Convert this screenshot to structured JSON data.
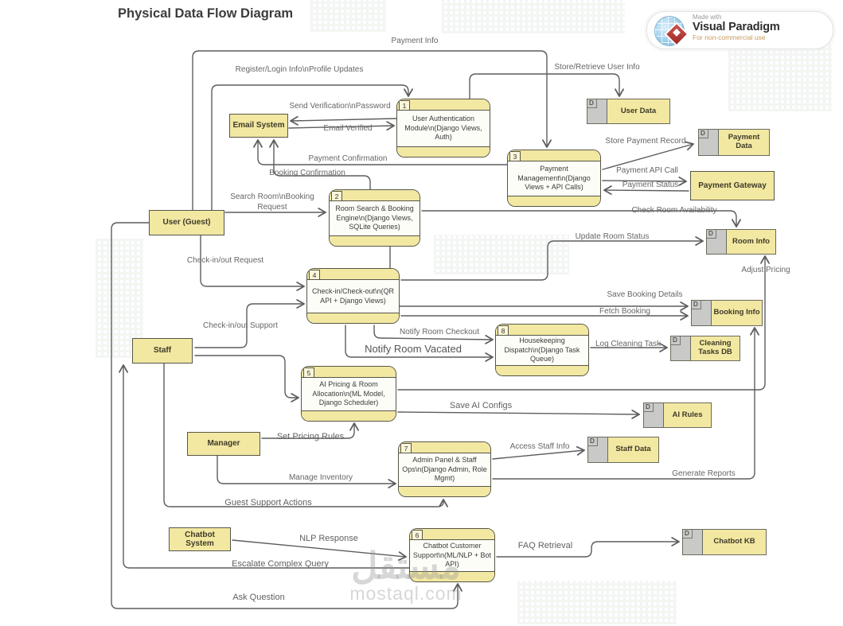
{
  "title": "Physical Data Flow Diagram",
  "badge": {
    "made_with": "Made with",
    "brand": "Visual Paradigm",
    "license": "For non-commercial use"
  },
  "watermark": {
    "arabic": "مستقل",
    "latin": "mostaql.com"
  },
  "diagram": {
    "entities": [
      {
        "id": "email-system",
        "label": "Email System"
      },
      {
        "id": "user-guest",
        "label": "User (Guest)"
      },
      {
        "id": "staff",
        "label": "Staff"
      },
      {
        "id": "manager",
        "label": "Manager"
      },
      {
        "id": "chatbot-system",
        "label": "Chatbot System"
      },
      {
        "id": "payment-gateway",
        "label": "Payment Gateway"
      }
    ],
    "processes": [
      {
        "id": "p1",
        "number": "1",
        "label": "User Authentication Module\\n(Django Views, Auth)"
      },
      {
        "id": "p2",
        "number": "2",
        "label": "Room Search & Booking Engine\\n(Django Views, SQLite Queries)"
      },
      {
        "id": "p3",
        "number": "3",
        "label": "Payment Management\\n(Django Views + API Calls)"
      },
      {
        "id": "p4",
        "number": "4",
        "label": "Check-in/Check-out\\n(QR API + Django Views)"
      },
      {
        "id": "p5",
        "number": "5",
        "label": "AI Pricing & Room Allocation\\n(ML Model, Django Scheduler)"
      },
      {
        "id": "p8",
        "number": "8",
        "label": "Housekeeping Dispatch\\n(Django Task Queue)"
      },
      {
        "id": "p7",
        "number": "7",
        "label": "Admin Panel & Staff Ops\\n(Django Admin, Role Mgmt)"
      },
      {
        "id": "p6",
        "number": "6",
        "label": "Chatbot Customer Support\\n(ML/NLP + Bot API)"
      }
    ],
    "stores": [
      {
        "id": "user-data",
        "prefix": "D",
        "label": "User Data"
      },
      {
        "id": "payment-data",
        "prefix": "D",
        "label": "Payment Data"
      },
      {
        "id": "room-info",
        "prefix": "D",
        "label": "Room Info"
      },
      {
        "id": "booking-info",
        "prefix": "D",
        "label": "Booking Info"
      },
      {
        "id": "cleaning-tasks-db",
        "prefix": "D",
        "label": "Cleaning Tasks DB"
      },
      {
        "id": "ai-rules",
        "prefix": "D",
        "label": "AI Rules"
      },
      {
        "id": "staff-data",
        "prefix": "D",
        "label": "Staff Data"
      },
      {
        "id": "chatbot-kb",
        "prefix": "D",
        "label": "Chatbot KB"
      }
    ],
    "flows": [
      {
        "id": "payment-info",
        "label": "Payment Info"
      },
      {
        "id": "register-login",
        "label": "Register/Login Info\\nProfile Updates"
      },
      {
        "id": "store-retrieve-user",
        "label": "Store/Retrieve User Info"
      },
      {
        "id": "send-verification",
        "label": "Send Verification\\nPassword"
      },
      {
        "id": "email-verified",
        "label": "Email Verified"
      },
      {
        "id": "payment-confirmation",
        "label": "Payment Confirmation"
      },
      {
        "id": "booking-confirmation",
        "label": "Booking Confirmation"
      },
      {
        "id": "search-room",
        "label": "Search Room\\nBooking Request"
      },
      {
        "id": "store-payment-record",
        "label": "Store Payment Record"
      },
      {
        "id": "payment-api-call",
        "label": "Payment API Call"
      },
      {
        "id": "payment-status",
        "label": "Payment Status"
      },
      {
        "id": "check-room-availability",
        "label": "Check Room Availability"
      },
      {
        "id": "update-room-status",
        "label": "Update Room Status"
      },
      {
        "id": "adjust-pricing",
        "label": "Adjust Pricing"
      },
      {
        "id": "save-booking-details",
        "label": "Save Booking Details"
      },
      {
        "id": "fetch-booking",
        "label": "Fetch Booking"
      },
      {
        "id": "check-in-out-request",
        "label": "Check-in/out Request"
      },
      {
        "id": "check-in-out-support",
        "label": "Check-in/out Support"
      },
      {
        "id": "notify-room-checkout",
        "label": "Notify Room Checkout"
      },
      {
        "id": "notify-room-vacated",
        "label": "Notify Room Vacated"
      },
      {
        "id": "log-cleaning-task",
        "label": "Log Cleaning Task"
      },
      {
        "id": "save-ai-configs",
        "label": "Save AI Configs"
      },
      {
        "id": "set-pricing-rules",
        "label": "Set Pricing Rules"
      },
      {
        "id": "access-staff-info",
        "label": "Access Staff Info"
      },
      {
        "id": "manage-inventory",
        "label": "Manage Inventory"
      },
      {
        "id": "generate-reports",
        "label": "Generate Reports"
      },
      {
        "id": "guest-support-actions",
        "label": "Guest Support Actions"
      },
      {
        "id": "nlp-response",
        "label": "NLP Response"
      },
      {
        "id": "escalate-complex-query",
        "label": "Escalate Complex Query"
      },
      {
        "id": "faq-retrieval",
        "label": "FAQ Retrieval"
      },
      {
        "id": "ask-question",
        "label": "Ask Question"
      }
    ],
    "colors": {
      "node_fill": "#f2e8a2",
      "node_border": "#565648",
      "store_gray": "#c9c9c7",
      "line": "#5d5d5d",
      "label": "#666666"
    }
  }
}
